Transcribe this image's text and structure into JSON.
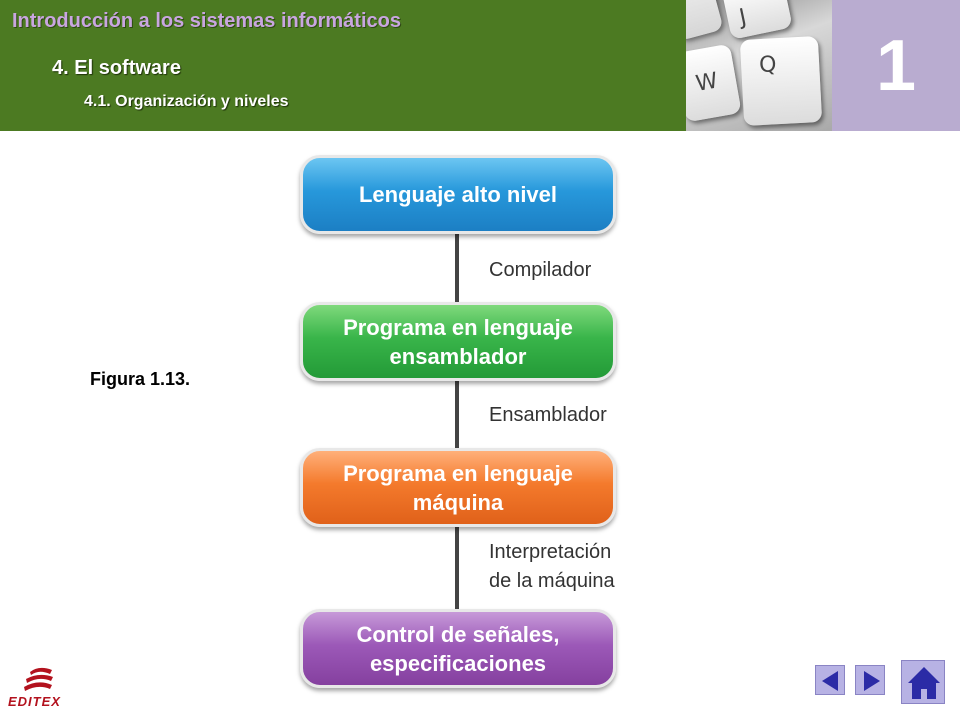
{
  "header": {
    "course_title": "Introducción a los sistemas informáticos",
    "chapter_title": "4.   El software",
    "section_title": "4.1. Organización y niveles",
    "chapter_number": "1",
    "keys": [
      "J",
      "W",
      "Q"
    ],
    "colors": {
      "header_bg": "#4c7a22",
      "chapter_box": "#b9acd0",
      "course_title": "#c9a6e0"
    }
  },
  "diagram": {
    "levels": [
      {
        "lines": [
          "Lenguaje alto nivel"
        ],
        "color": "#2798db"
      },
      {
        "lines": [
          "Programa en lenguaje",
          "ensamblador"
        ],
        "color": "#39b54a"
      },
      {
        "lines": [
          "Programa en lenguaje",
          "máquina"
        ],
        "color": "#f47a2c"
      },
      {
        "lines": [
          "Control de señales,",
          "especificaciones"
        ],
        "color": "#9c59b8"
      }
    ],
    "transitions": [
      {
        "lines": [
          "Compilador"
        ]
      },
      {
        "lines": [
          "Ensamblador"
        ]
      },
      {
        "lines": [
          "Interpretación",
          "de la máquina"
        ]
      }
    ]
  },
  "caption": "Figura 1.13.",
  "footer": {
    "logo_text": "EDITEX",
    "logo_color": "#b3121e",
    "nav_color": "#b7b2e4",
    "icons": [
      "previous-arrow-icon",
      "next-arrow-icon",
      "home-icon"
    ]
  }
}
